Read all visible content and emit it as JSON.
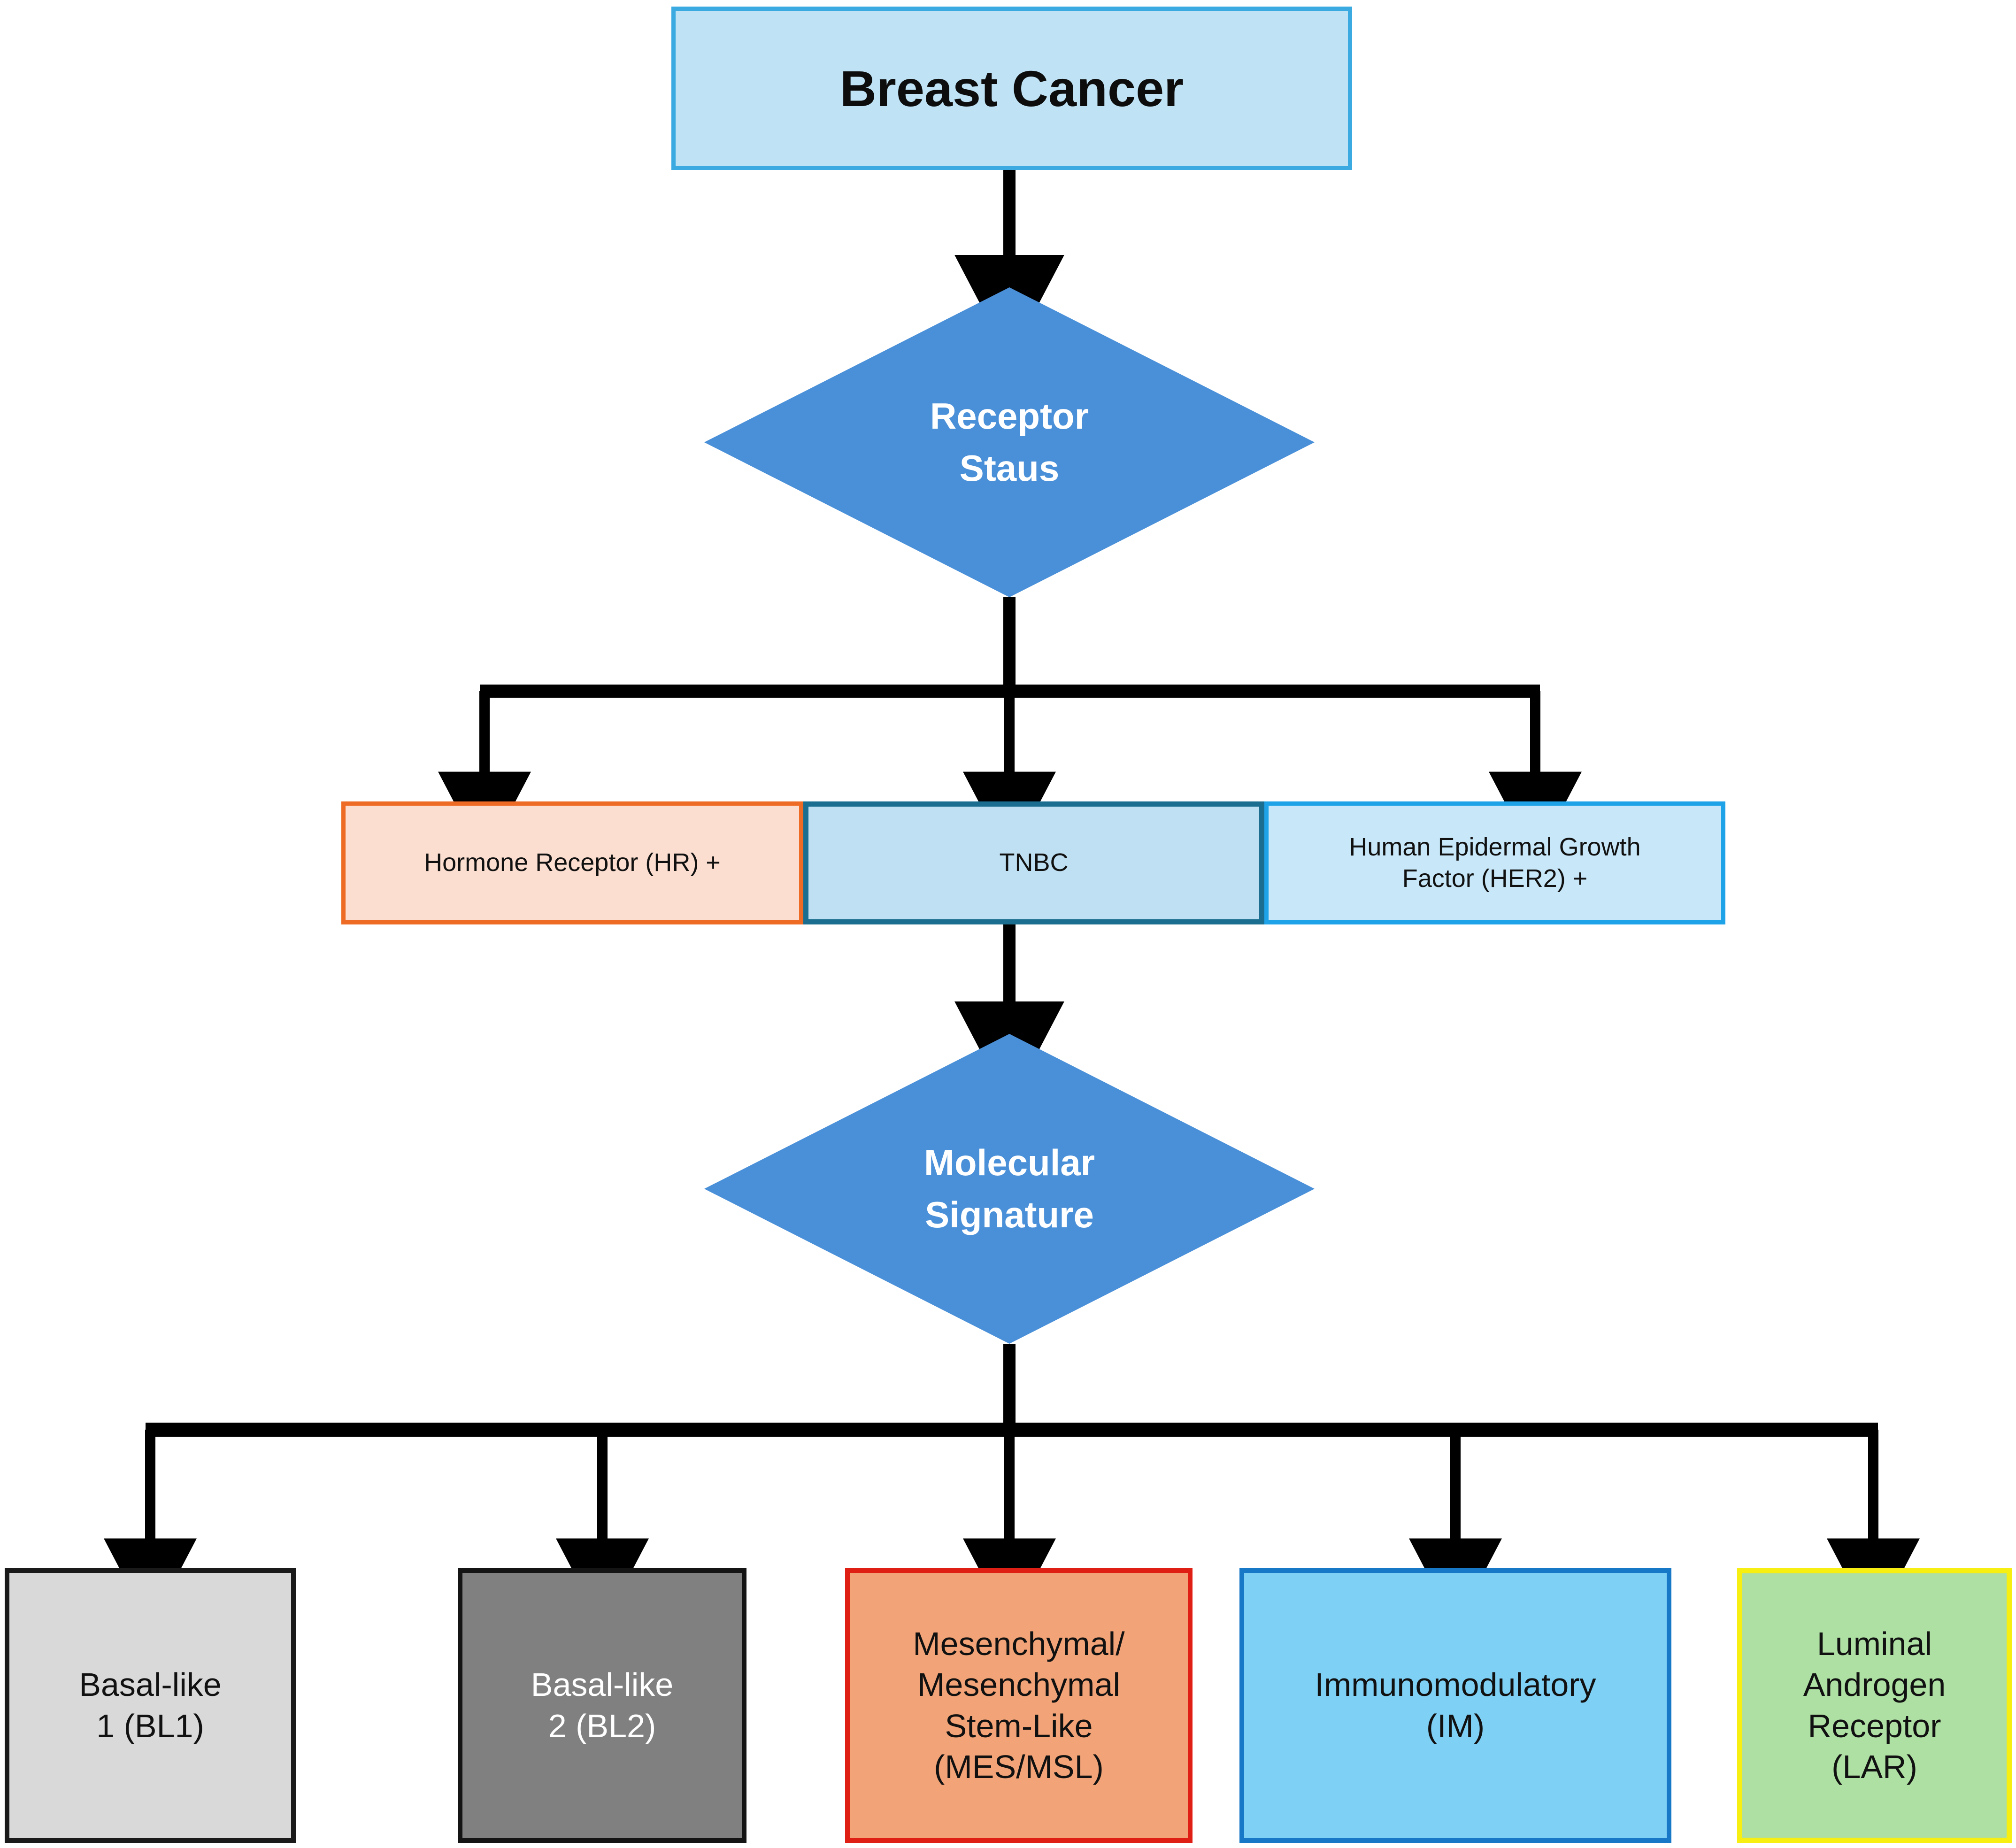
{
  "diagram": {
    "title": "Breast Cancer molecular subtype classification flowchart",
    "root": {
      "label": "Breast Cancer"
    },
    "decisions": [
      {
        "id": "receptor-status",
        "label": "Receptor\nStaus"
      },
      {
        "id": "molecular-signature",
        "label": "Molecular\nSignature"
      }
    ],
    "receptor_branches": [
      {
        "id": "hr",
        "label": "Hormone Receptor (HR) +"
      },
      {
        "id": "tnbc",
        "label": "TNBC"
      },
      {
        "id": "her2",
        "label": "Human Epidermal Growth\nFactor (HER2) +"
      }
    ],
    "subtypes": [
      {
        "id": "bl1",
        "label": "Basal-like\n1 (BL1)"
      },
      {
        "id": "bl2",
        "label": "Basal-like\n2 (BL2)"
      },
      {
        "id": "mesmsl",
        "label": "Mesenchymal/\nMesenchymal\nStem-Like\n(MES/MSL)"
      },
      {
        "id": "im",
        "label": "Immunomodulatory\n(IM)"
      },
      {
        "id": "lar",
        "label": "Luminal\nAndrogen\nReceptor\n(LAR)"
      }
    ],
    "colors": {
      "root_fill": "#bfe3f5",
      "root_border": "#3aaae0",
      "diamond_fill": "#4a90d9",
      "diamond_text": "#ffffff",
      "hr_fill": "#fbded0",
      "hr_border": "#ed6b24",
      "tnbc_fill": "#bfe0f2",
      "tnbc_border": "#1b6e8f",
      "her2_fill": "#c8e8f9",
      "her2_border": "#1ea2e8",
      "bl1_fill": "#d9d9d9",
      "bl1_border": "#1a1a1a",
      "bl2_fill": "#808080",
      "bl2_border": "#141414",
      "mesmsl_fill": "#f2a377",
      "mesmsl_border": "#e01f14",
      "im_fill": "#7fd0f5",
      "im_border": "#1878c8",
      "lar_fill": "#aedfa3",
      "lar_border": "#f7ef12",
      "connector": "#000000"
    }
  }
}
